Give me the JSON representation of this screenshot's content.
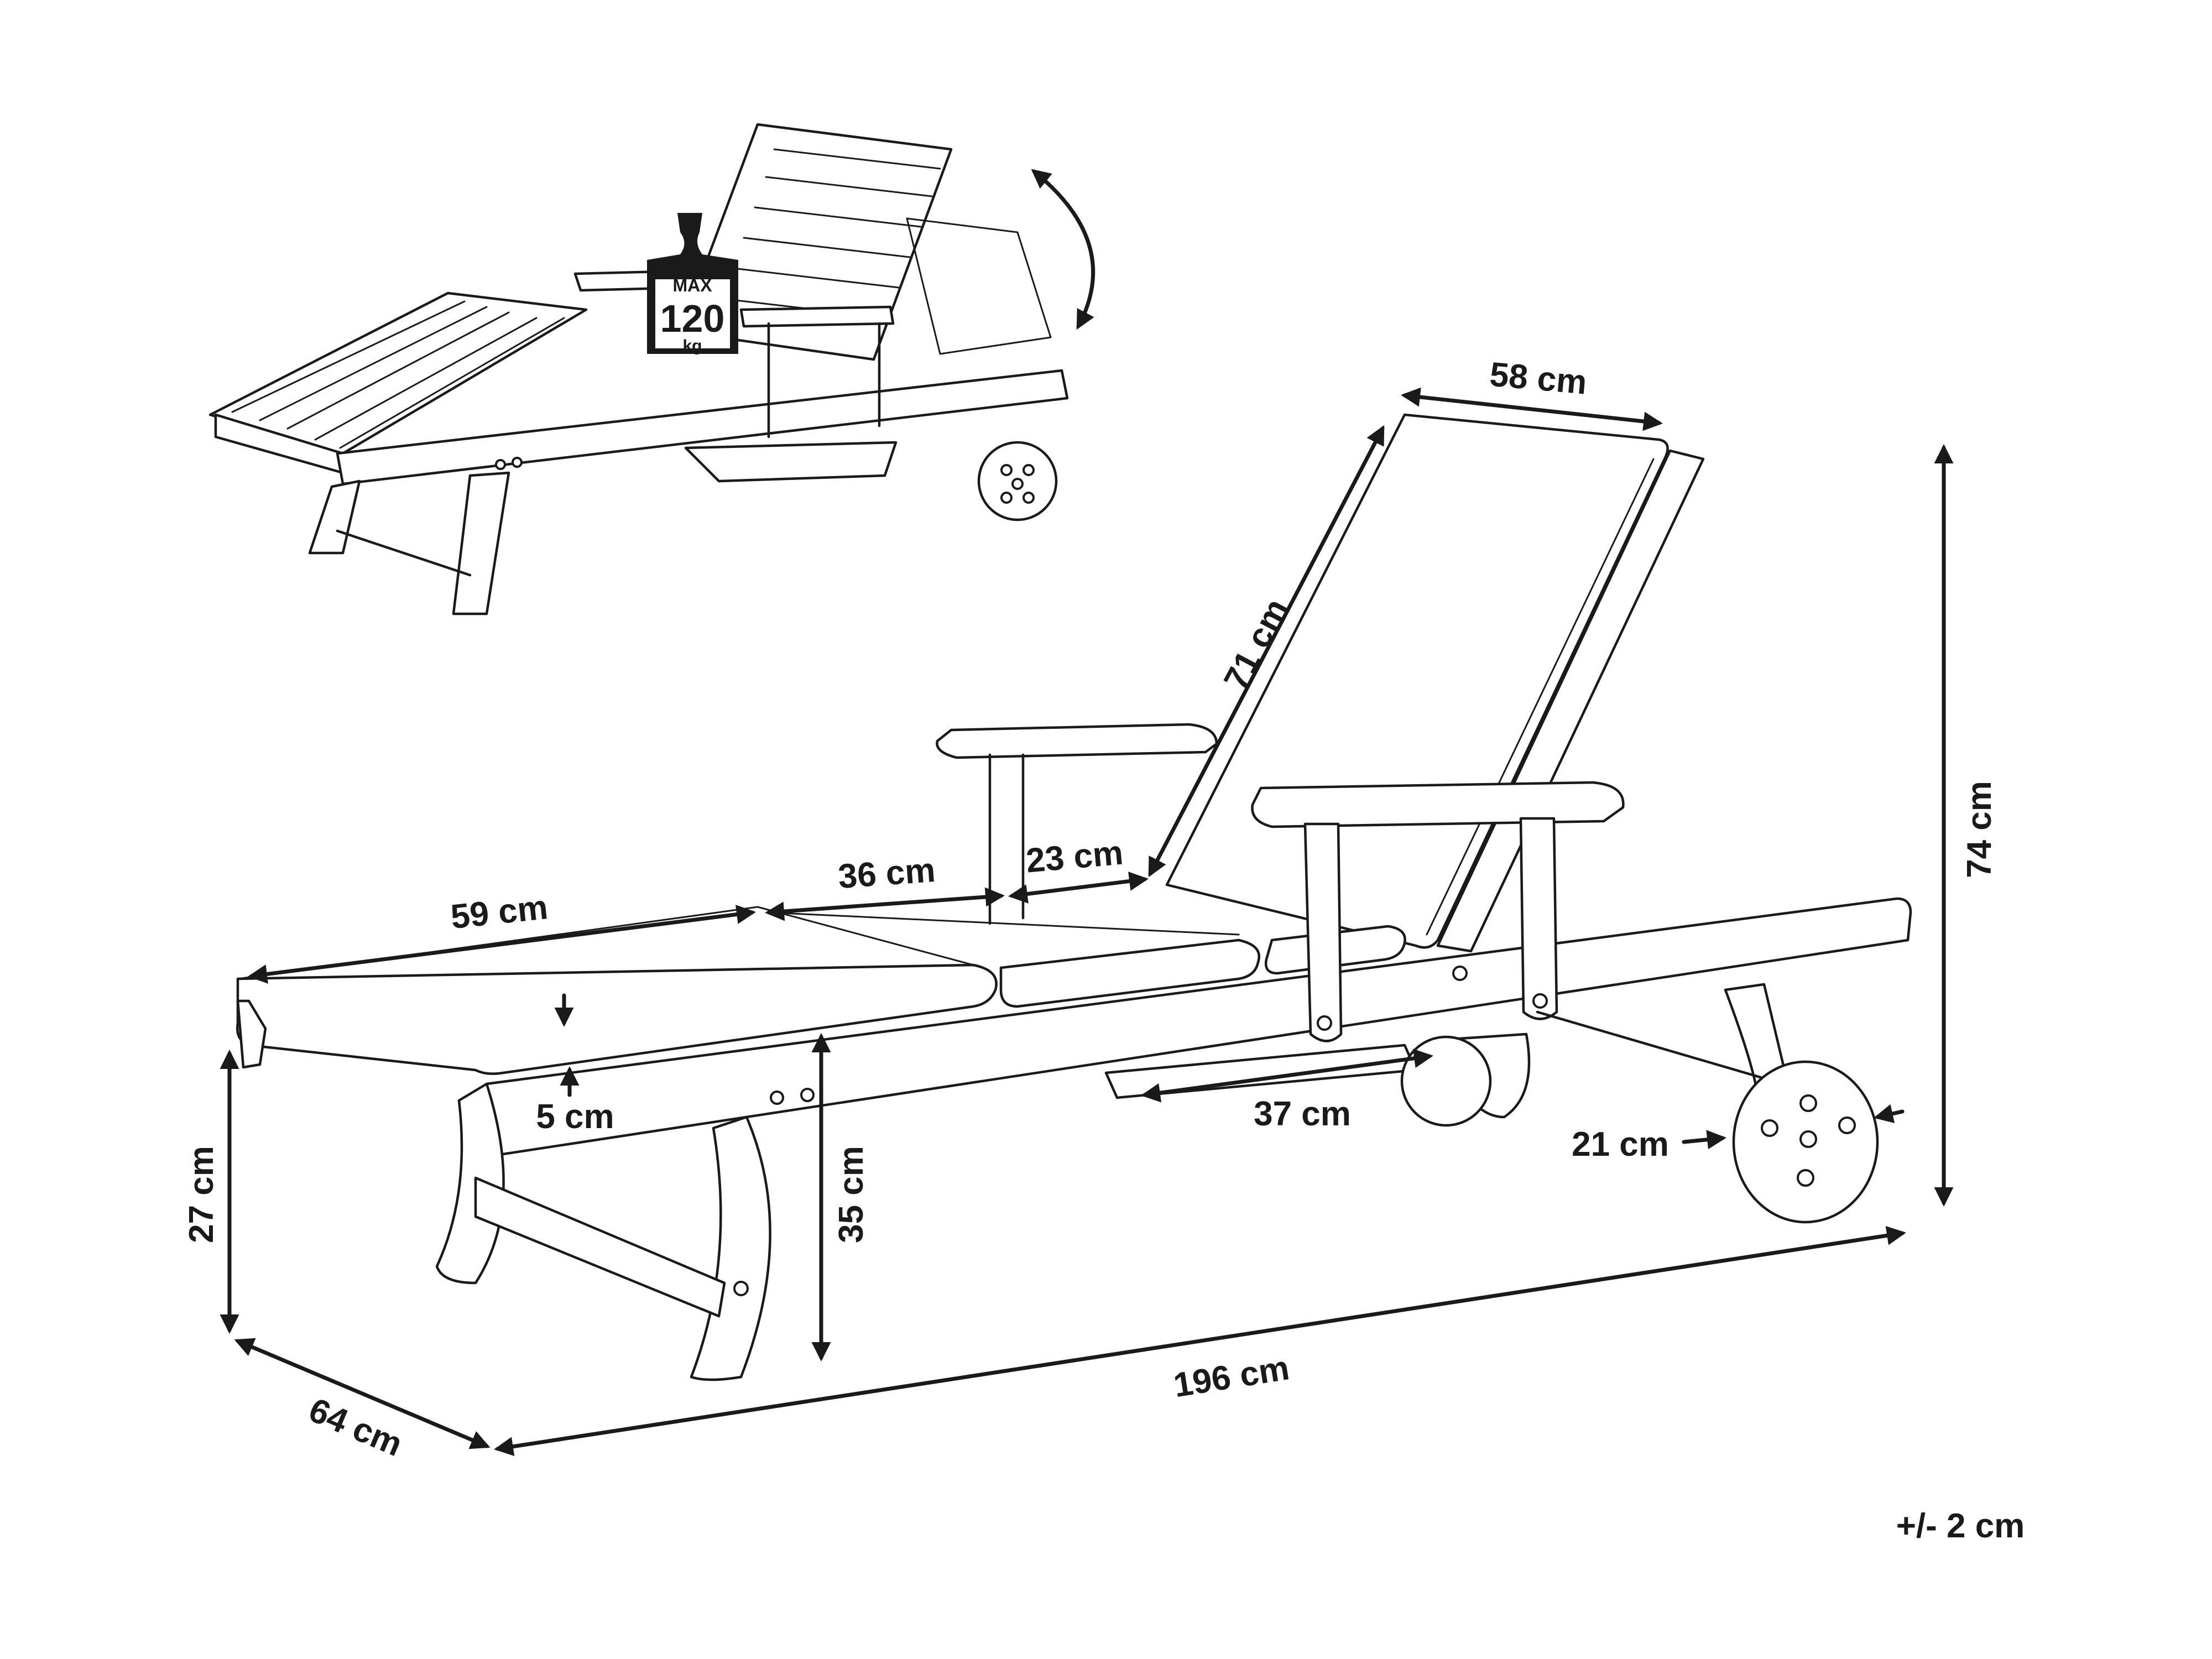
{
  "dimensions": {
    "seat_length": "59 cm",
    "middle_section": "36 cm",
    "gap": "23 cm",
    "backrest_length": "71 cm",
    "backrest_width": "58 cm",
    "total_height": "74 cm",
    "cushion_thickness": "5 cm",
    "leg_height": "27 cm",
    "seat_height": "35 cm",
    "tray_width": "37 cm",
    "wheel_diameter": "21 cm",
    "total_length": "196 cm",
    "width": "64 cm"
  },
  "tolerance": "+/- 2 cm",
  "weight_badge": {
    "label_top": "MAX",
    "value": "120",
    "unit": "kg"
  }
}
